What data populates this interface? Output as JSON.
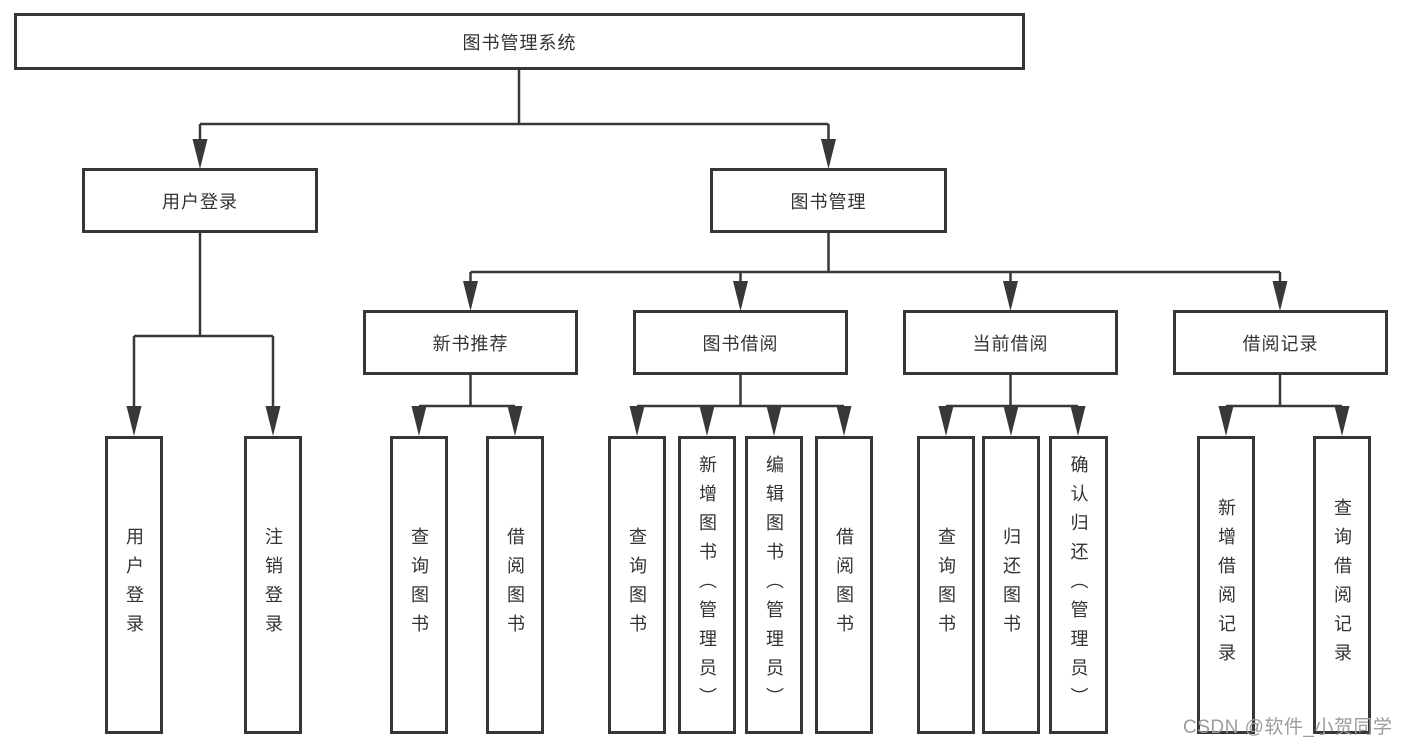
{
  "tree": {
    "root": "图书管理系统",
    "level2": [
      "用户登录",
      "图书管理"
    ],
    "level3": [
      "新书推荐",
      "图书借阅",
      "当前借阅",
      "借阅记录"
    ],
    "leaf_groups": [
      {
        "parent": "用户登录",
        "items": [
          "用户登录",
          "注销登录"
        ]
      },
      {
        "parent": "新书推荐",
        "items": [
          "查询图书",
          "借阅图书"
        ]
      },
      {
        "parent": "图书借阅",
        "items": [
          "查询图书",
          "新增图书（管理员）",
          "编辑图书（管理员）",
          "借阅图书"
        ]
      },
      {
        "parent": "当前借阅",
        "items": [
          "查询图书",
          "归还图书",
          "确认归还（管理员）"
        ]
      },
      {
        "parent": "借阅记录",
        "items": [
          "新增借阅记录",
          "查询借阅记录"
        ]
      }
    ]
  },
  "watermark": "CSDN @软件_小贺同学",
  "colors": {
    "line": "#383838",
    "box_border": "#363636",
    "box_background": "#ffffff",
    "text": "#333333",
    "watermark": "#9c9c9c"
  }
}
